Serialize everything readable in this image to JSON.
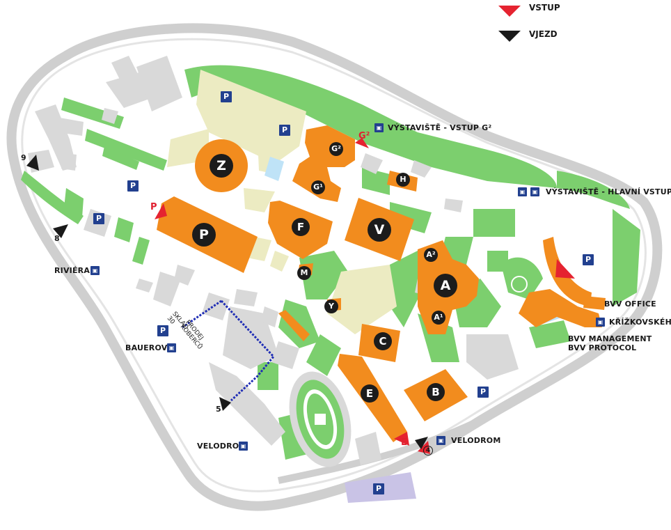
{
  "legend": {
    "entrance_label": "VSTUP",
    "drive_in_label": "VJEZD",
    "entrance_color": "#e52330",
    "drive_in_color": "#1a1a1a"
  },
  "stops": [
    {
      "id": "g2",
      "label": "VÝSTAVIŠTĚ - VSTUP G²",
      "icon": "tram-stop-icon"
    },
    {
      "id": "main",
      "label": "VÝSTAVIŠTĚ - HLAVNÍ VSTUP",
      "icon": "tram-bus-stop-icon"
    },
    {
      "id": "riviera",
      "label": "RIVIÉRA",
      "icon": "bus-stop-icon"
    },
    {
      "id": "bauerova",
      "label": "BAUEROVA",
      "icon": "bus-stop-icon"
    },
    {
      "id": "velodrom-w",
      "label": "VELODROM",
      "icon": "bus-stop-icon"
    },
    {
      "id": "velodrom-e",
      "label": "VELODROM",
      "icon": "bus-stop-icon"
    },
    {
      "id": "krizkovskeho",
      "label": "KŘÍŽKOVSKÉHO",
      "icon": "bus-stop-icon"
    }
  ],
  "offices": {
    "bvv_office": "BVV OFFICE",
    "bvv_management": "BVV MANAGEMENT",
    "bvv_protocol": "BVV PROTOCOL"
  },
  "pavilions": [
    "Z",
    "P",
    "F",
    "V",
    "A",
    "A²",
    "A¹",
    "G²",
    "G¹",
    "H",
    "M",
    "Y",
    "C",
    "E",
    "B"
  ],
  "gate_labels": {
    "p": "P",
    "g2": "G²",
    "e": "E"
  },
  "gate_numbers": [
    "9",
    "8",
    "5",
    "4"
  ],
  "parking_symbol": "P",
  "warehouse_label": [
    "SKLAD",
    "30",
    "PRODEJ",
    "KOBERCŮ"
  ],
  "colors": {
    "pavilion": "#f28c1e",
    "park": "#7ccf6e",
    "road": "#cfcfcf",
    "building": "#d9d9d9",
    "open_area": "#ecebc2",
    "parking_sign": "#22408f",
    "warehouse_outline": "#1f2db5"
  }
}
